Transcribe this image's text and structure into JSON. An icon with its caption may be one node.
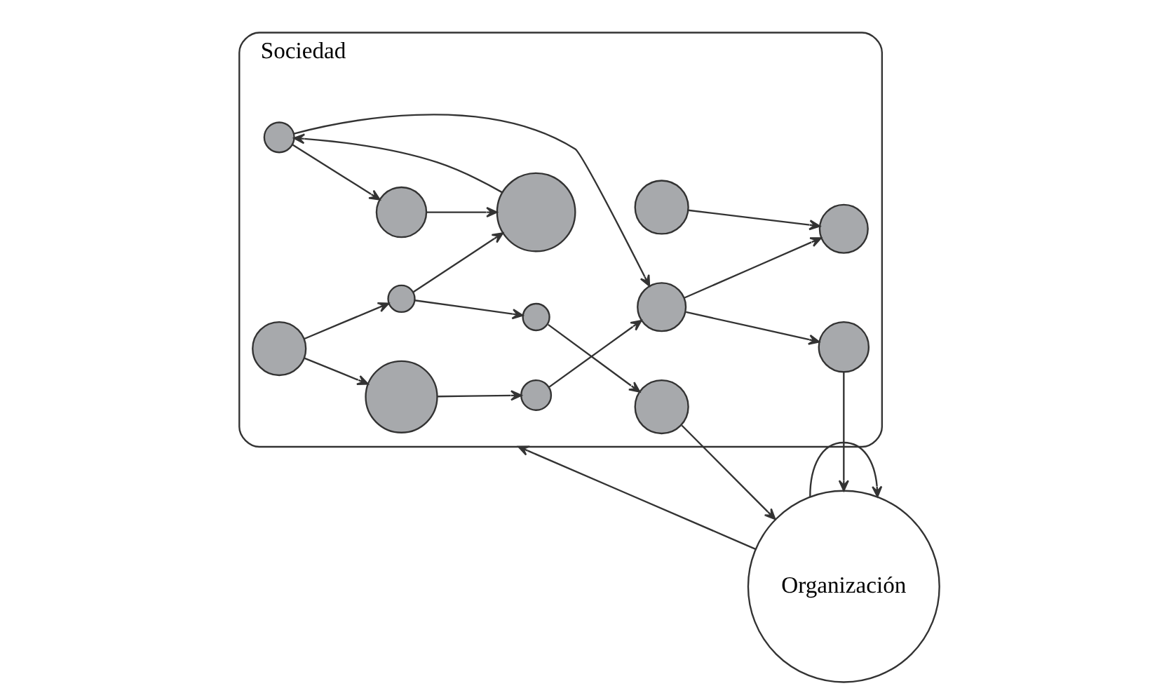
{
  "diagram": {
    "nodes": [
      {
        "text": [
          "Sociedad"
        ]
      },
      {
        "text": [],
        "shape": "circle",
        "in": 0
      },
      {
        "text": [],
        "shape": "circle",
        "in": 0
      },
      {
        "text": [],
        "shape": "circle",
        "in": 0
      },
      {
        "text": [],
        "shape": "circle",
        "in": 0
      },
      {
        "text": [],
        "shape": "circle",
        "in": 0
      },
      {
        "text": [],
        "shape": "circle",
        "in": 0
      },
      {
        "text": [],
        "shape": "circle",
        "in": 0
      },
      {
        "text": [],
        "shape": "circle",
        "in": 0
      },
      {
        "text": [],
        "shape": "circle",
        "in": 0
      },
      {
        "text": [],
        "shape": "circle",
        "in": 0
      },
      {
        "text": [],
        "shape": "circle",
        "in": 0
      },
      {
        "text": [],
        "shape": "circle",
        "in": 0
      },
      {
        "text": [],
        "shape": "circle",
        "in": 0
      },
      {
        "text": [
          "Organización"
        ]
      }
    ],
    "edges": [
      {
        "from": 11,
        "to": 1,
        "arrow": "to"
      },
      {
        "from": 11,
        "to": 10,
        "arrow": "to"
      },
      {
        "from": 10,
        "to": 2,
        "arrow": "to"
      },
      {
        "from": 10,
        "to": 12,
        "arrow": "to"
      },
      {
        "from": 12,
        "to": 13,
        "arrow": "to"
      },
      {
        "from": 13,
        "to": 14,
        "arrow": "to"
      },
      {
        "from": 1,
        "to": 3,
        "arrow": "to"
      },
      {
        "from": 3,
        "to": 4,
        "arrow": "to"
      },
      {
        "from": 2,
        "to": 8,
        "arrow": "to"
      },
      {
        "from": 9,
        "to": 2,
        "arrow": "to"
      },
      {
        "from": 8,
        "to": 9,
        "arrow": "to"
      },
      {
        "from": 8,
        "to": 4,
        "arrow": "to"
      },
      {
        "from": 4,
        "to": 5,
        "arrow": "to"
      },
      {
        "from": 4,
        "to": 6,
        "arrow": "to"
      },
      {
        "from": 7,
        "to": 5,
        "arrow": "to"
      },
      {
        "from": 6,
        "to": 14,
        "arrow": "to"
      },
      {
        "from": 14,
        "to": 14,
        "arrow": "to"
      },
      {
        "from": 14,
        "to": 0,
        "arrow": "to"
      }
    ]
  }
}
